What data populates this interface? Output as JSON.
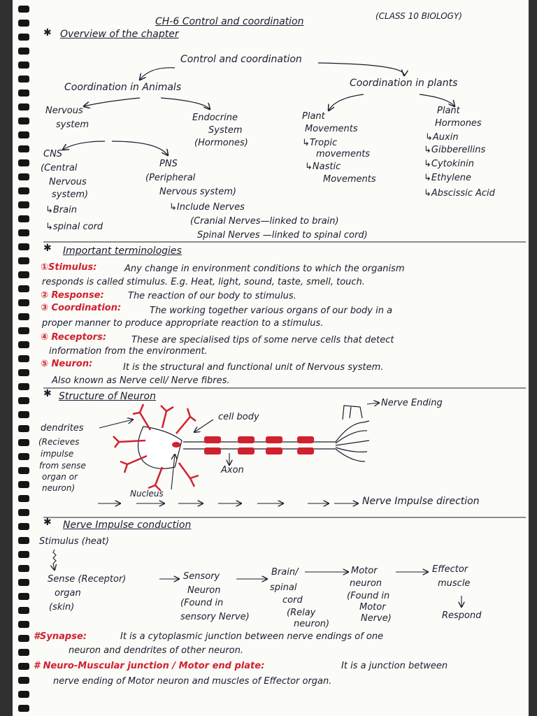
{
  "header": {
    "chapter_title": "CH-6 Control and coordination",
    "class_tag": "(CLASS 10 BIOLOGY)"
  },
  "overview": {
    "heading": "Overview of the chapter",
    "root": "Control and coordination",
    "animals": {
      "label": "Coordination in Animals",
      "nervous": [
        "Nervous",
        "system"
      ],
      "endocrine": [
        "Endocrine",
        "System",
        "(Hormones)"
      ],
      "cns": [
        "CNS",
        "(Central",
        "Nervous",
        "system)",
        "↳Brain",
        "↳spinal cord"
      ],
      "pns": [
        "PNS",
        "(Peripheral",
        "Nervous system)",
        "↳Include Nerves",
        "(Cranial Nerves—linked to brain)",
        "Spinal Nerves —linked to spinal cord)"
      ]
    },
    "plants": {
      "label": "Coordination in plants",
      "movements": [
        "Plant",
        "Movements",
        "↳Tropic",
        "movements",
        "↳Nastic",
        "Movements"
      ],
      "hormones": [
        "Plant",
        "Hormones",
        "↳Auxin",
        "↳Gibberellins",
        "↳Cytokinin",
        "↳Ethylene",
        "↳Abscissic Acid"
      ]
    }
  },
  "terminology": {
    "heading": "Important terminologies",
    "items": [
      {
        "term": "①Stimulus:",
        "lines": [
          "Any change in environment conditions to which the organism",
          "responds is called stimulus. E.g. Heat, light, sound, taste, smell, touch."
        ]
      },
      {
        "term": "② Response:",
        "lines": [
          "The reaction of our body to stimulus."
        ]
      },
      {
        "term": "③ Coordination:",
        "lines": [
          "The working together various organs of our body in a",
          "proper manner to produce appropriate reaction to a stimulus."
        ]
      },
      {
        "term": "④ Receptors:",
        "lines": [
          "These are specialised tips of some nerve cells that detect",
          "information from the environment."
        ]
      },
      {
        "term": "⑤ Neuron:",
        "lines": [
          "It is the structural and functional unit of Nervous system.",
          "Also known as Nerve cell/ Nerve fibres."
        ]
      }
    ]
  },
  "neuron": {
    "heading": "Structure of Neuron",
    "dendrites": [
      "dendrites",
      "(Recieves",
      "impulse",
      "from sense",
      "organ or",
      "neuron)"
    ],
    "cell_body": "cell body",
    "nerve_ending": "Nerve Ending",
    "axon": "Axon",
    "nucleus": "Nucleus",
    "direction": "Nerve Impulse direction"
  },
  "impulse": {
    "heading": "Nerve Impulse conduction",
    "stimulus": "Stimulus (heat)",
    "sense": [
      "Sense (Receptor)",
      "organ",
      "(skin)"
    ],
    "sensory": [
      "Sensory",
      "Neuron",
      "(Found in",
      "sensory Nerve)"
    ],
    "brain": [
      "Brain/",
      "spinal",
      "cord",
      "(Relay",
      "neuron)"
    ],
    "motor": [
      "Motor",
      "neuron",
      "(Found in",
      "Motor",
      "Nerve)"
    ],
    "effector": [
      "Effector",
      "muscle",
      "Respond"
    ]
  },
  "synapse": {
    "term": "#Synapse:",
    "lines": [
      "It is a cytoplasmic junction between nerve endings of one",
      "neuron and dendrites of other neuron."
    ]
  },
  "nmj": {
    "term": "# Neuro-Muscular junction / Motor end plate:",
    "lines": [
      "It is a junction between",
      "nerve ending of Motor neuron and muscles of Effector organ."
    ]
  },
  "colors": {
    "ink": "#1c1c2e",
    "red": "#d0212f",
    "paper": "#fbfbf8"
  }
}
